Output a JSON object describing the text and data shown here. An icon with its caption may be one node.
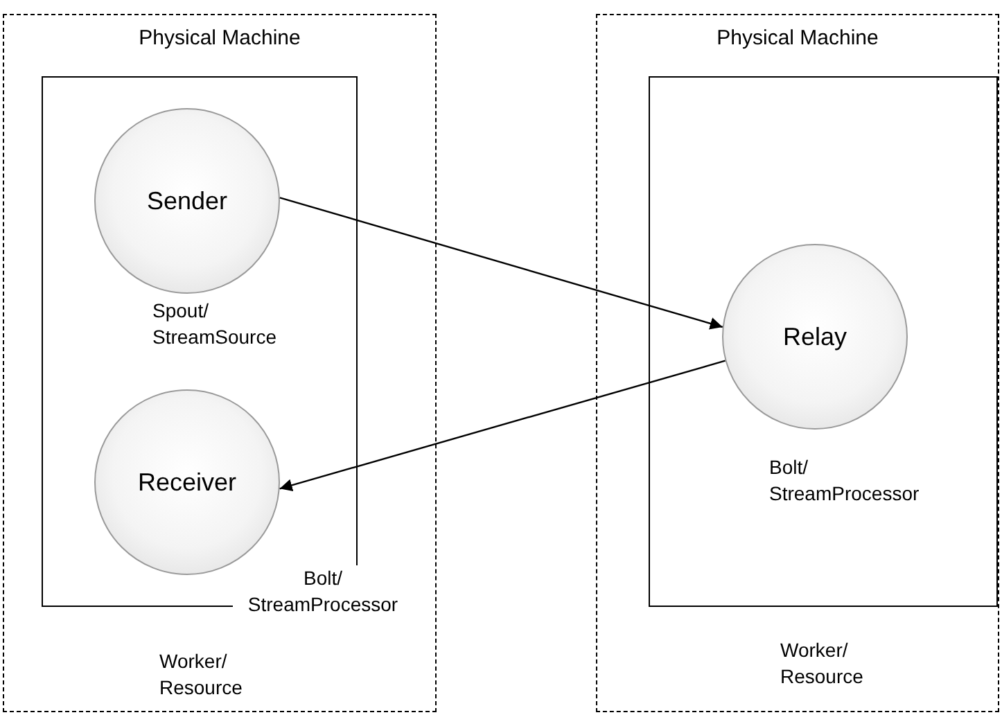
{
  "diagram": {
    "nodes": [
      {
        "text": [
          "Physical Machine"
        ]
      },
      {
        "text": [],
        "shape": "box",
        "in": 0,
        "beside": [
          "Worker/ Resource"
        ]
      },
      {
        "text": [
          "Sender"
        ],
        "in": 1,
        "beside": [
          "Spout/ StreamSource"
        ]
      },
      {
        "text": [
          "Receiver"
        ],
        "in": 1,
        "beside": [
          "Bolt/ StreamProcessor"
        ]
      },
      {
        "text": [
          "Physical Machine"
        ]
      },
      {
        "text": [],
        "shape": "box",
        "in": 4,
        "beside": [
          "Worker/ Resource"
        ]
      },
      {
        "text": [
          "Relay"
        ],
        "in": 5,
        "beside": [
          "Bolt/ StreamProcessor"
        ]
      }
    ],
    "edges": [
      {
        "from": 2,
        "to": 6,
        "arrow": "to"
      },
      {
        "from": 6,
        "to": 3,
        "arrow": "to"
      }
    ]
  }
}
